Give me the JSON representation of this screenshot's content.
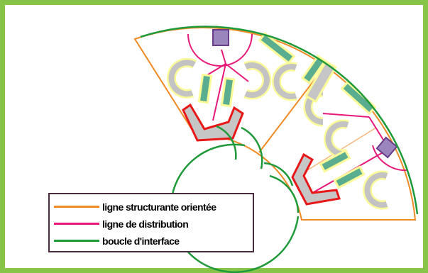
{
  "legend": {
    "items": [
      {
        "label": "ligne structurante orientée",
        "color": "#f08a24"
      },
      {
        "label": "ligne de distribution",
        "color": "#e8197a"
      },
      {
        "label": "boucle d'interface",
        "color": "#1f9a3a"
      }
    ]
  },
  "colors": {
    "frame": "#86c54a",
    "legend_border": "#4a2a3e",
    "sector_outline": "#f08a24",
    "distribution": "#e8197a",
    "interface": "#1f9a3a",
    "ring_fill": "#c3c3c3",
    "ring_halo": "#fafa98",
    "bar_fill": "#5aad8e",
    "corner_fill": "#c6c6c6",
    "corner_stroke": "#e81818",
    "node_fill": "#9b85bd",
    "node_stroke": "#6a3d8a"
  }
}
